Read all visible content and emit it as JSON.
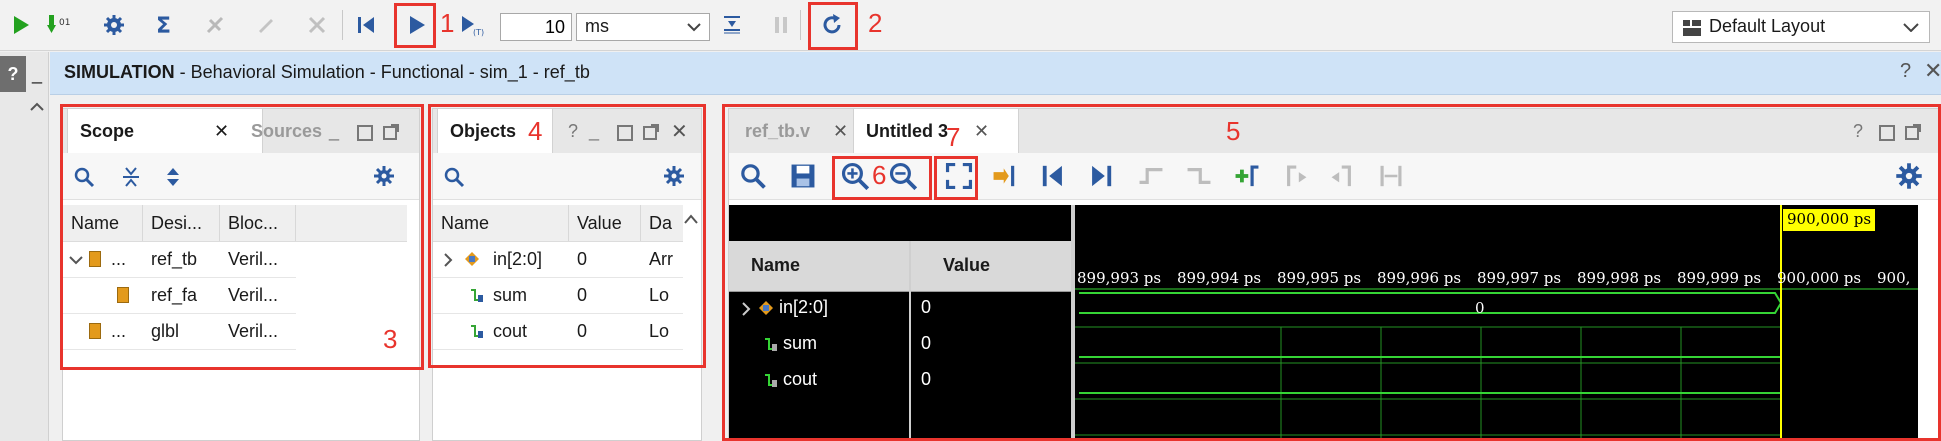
{
  "toolbar": {
    "time_value": "10",
    "time_unit": "ms",
    "layout": "Default Layout",
    "annotations": {
      "run": "1",
      "relaunch": "2"
    }
  },
  "sim_header": {
    "title_bold": "SIMULATION",
    "subtitle": " - Behavioral Simulation - Functional - sim_1 - ref_tb"
  },
  "scope_pane": {
    "tabs": [
      "Scope",
      "Sources"
    ],
    "columns": [
      "Name",
      "Desi...",
      "Bloc..."
    ],
    "rows": [
      {
        "name": "...",
        "design": "ref_tb",
        "block": "Veril..."
      },
      {
        "name": "",
        "design": "ref_fa",
        "block": "Veril..."
      },
      {
        "name": "...",
        "design": "glbl",
        "block": "Veril..."
      }
    ],
    "annotation": "3"
  },
  "objects_pane": {
    "title": "Objects",
    "columns": [
      "Name",
      "Value",
      "Da"
    ],
    "rows": [
      {
        "name": "in[2:0]",
        "value": "0",
        "type": "Arr"
      },
      {
        "name": "sum",
        "value": "0",
        "type": "Lo"
      },
      {
        "name": "cout",
        "value": "0",
        "type": "Lo"
      }
    ],
    "annotation": "4"
  },
  "wave_pane": {
    "tabs": [
      "ref_tb.v",
      "Untitled 3"
    ],
    "annotations": {
      "pane": "5",
      "zoom": "6",
      "fit": "7"
    },
    "columns": [
      "Name",
      "Value"
    ],
    "signals": [
      {
        "name": "in[2:0]",
        "value": "0",
        "bus_value": "0"
      },
      {
        "name": "sum",
        "value": "0"
      },
      {
        "name": "cout",
        "value": "0"
      }
    ],
    "cursor_label": "900,000 ps",
    "time_ticks": [
      "899,993 ps",
      "899,994 ps",
      "899,995 ps",
      "899,996 ps",
      "899,997 ps",
      "899,998 ps",
      "899,999 ps",
      "900,000 ps",
      "900,"
    ]
  },
  "colors": {
    "accent_red": "#e8342d",
    "sim_header": "#cfe3f7",
    "wave_green": "#35d435",
    "cursor_yellow": "#ffff00"
  }
}
